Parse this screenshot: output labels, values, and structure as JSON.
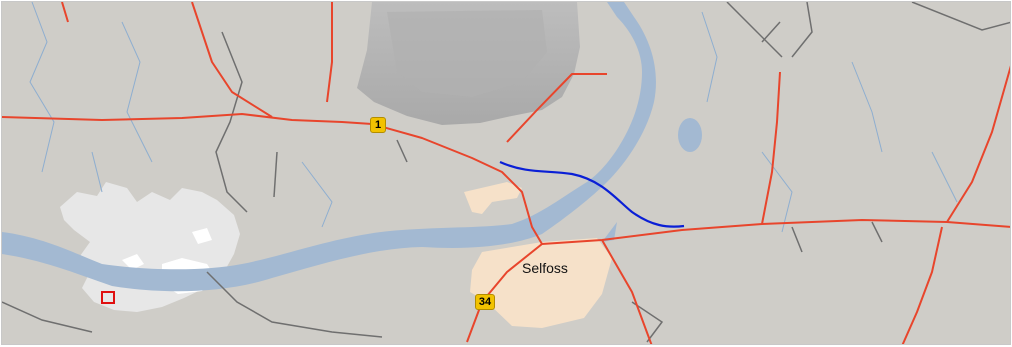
{
  "map": {
    "town_label": "Selfoss",
    "route_shields": [
      {
        "name": "route-1-shield",
        "label": "1"
      },
      {
        "name": "route-34-shield",
        "label": "34"
      }
    ],
    "colors": {
      "land": "#cfcdc8",
      "water": "#a3b9d2",
      "stream": "#8eaed0",
      "road_main": "#e8452c",
      "road_minor": "#6f6f6f",
      "highlight_route": "#0a1fd6",
      "urban": "#f6e1c9",
      "inset_land": "#e7e7e7",
      "inset_glacier": "#ffffff",
      "inset_marker": "#e01010"
    },
    "features": {
      "highlighted_route": "blue-route",
      "inset": "iceland-overview-inset",
      "inset_marker": "location-marker"
    }
  }
}
